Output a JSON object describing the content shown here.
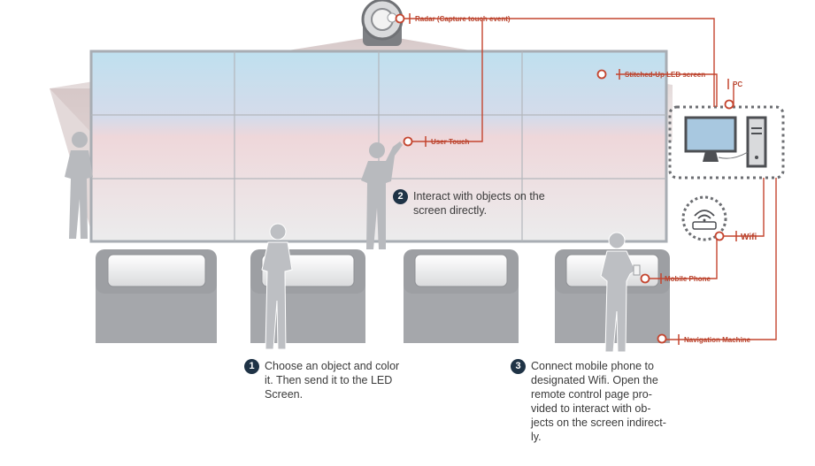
{
  "callouts": {
    "radar": "Radar (Capture touch event)",
    "led_screen": "Stitched-Up LED screen",
    "pc": "PC",
    "user_touch": "User Touch",
    "wifi": "Wifi",
    "mobile_phone": "Mobile Phone",
    "navigation_machine": "Navigation Machine"
  },
  "steps": [
    {
      "number": "1",
      "text": "Choose an object and color\nit. Then send it to the LED\nScreen."
    },
    {
      "number": "2",
      "text": "Interact with objects on the\nscreen directly."
    },
    {
      "number": "3",
      "text": "Connect mobile phone to\ndesignated Wifi.  Open the\nremote control page pro-\nvided to interact with ob-\njects on the screen indirect-\nly."
    }
  ],
  "colors": {
    "callout": "#b9432d",
    "badge": "#1f3346",
    "figure": "#b7b9bd",
    "kiosk": "#a7a9ad"
  }
}
